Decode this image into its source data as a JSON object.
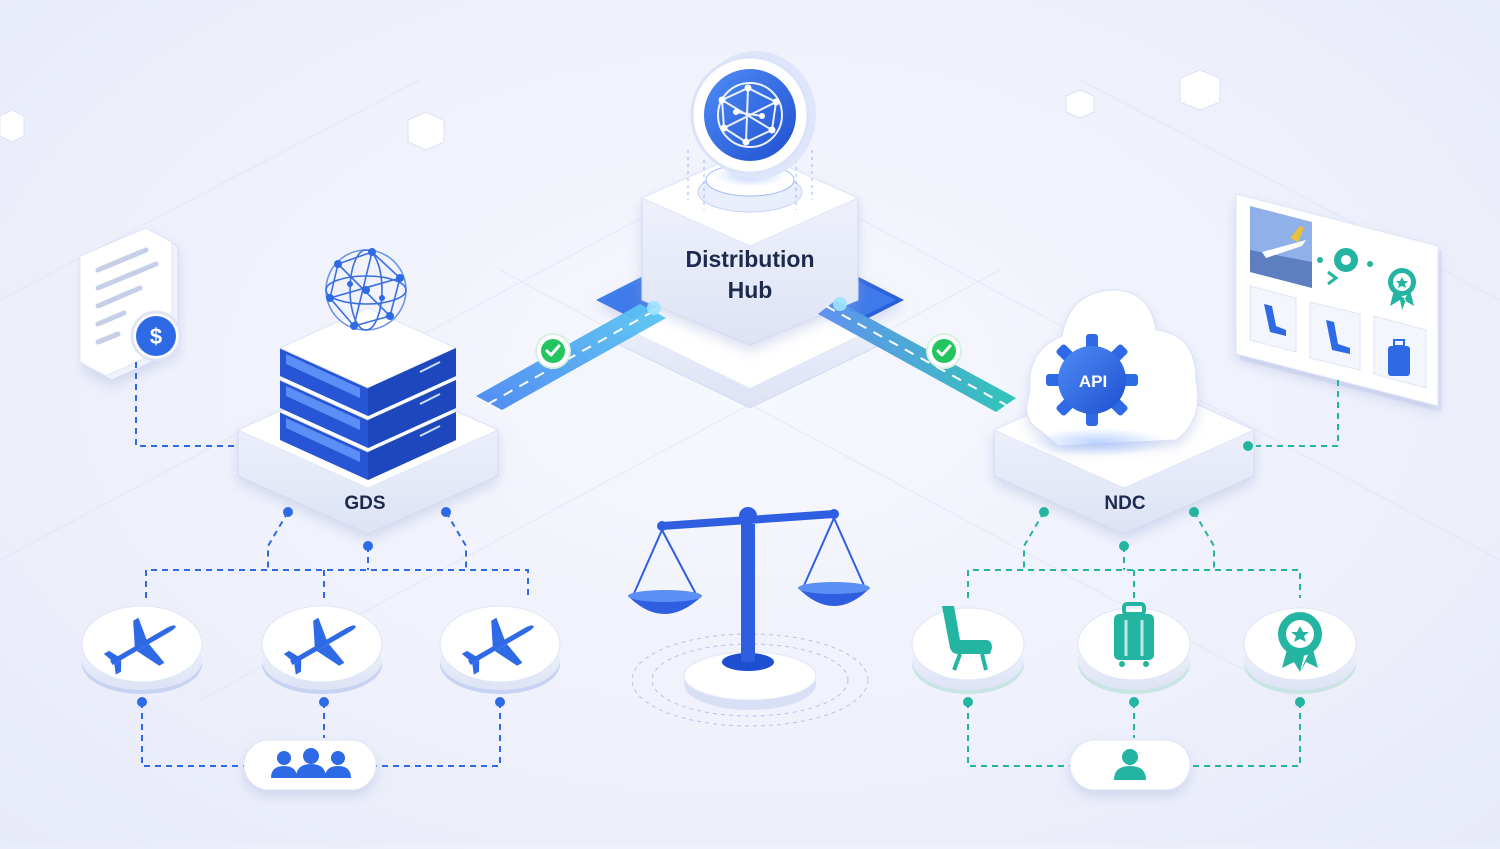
{
  "hub": {
    "line1": "Distribution",
    "line2": "Hub"
  },
  "gds": {
    "label": "GDS"
  },
  "ndc": {
    "label": "NDC",
    "api_label": "API"
  },
  "colors": {
    "gds_blue": "#2f6ae6",
    "ndc_teal": "#23b5a1",
    "check_green": "#22c55e",
    "text_dark": "#1d2a4d",
    "background": "#eef0fb"
  },
  "icons": {
    "hub": "network-globe-icon",
    "gds": [
      "network-globe-icon",
      "server-stack-icon"
    ],
    "gds_document": [
      "invoice-icon",
      "dollar-icon"
    ],
    "gds_nodes": [
      "airplane-icon",
      "airplane-icon",
      "airplane-icon"
    ],
    "gds_footer": "group-users-icon",
    "center": "balance-scale-icon",
    "ndc": [
      "cloud-icon",
      "api-gear-icon"
    ],
    "ndc_panel": [
      "flight-photo",
      "seat-swap-icon",
      "badge-icon",
      "seat-icon",
      "seat-icon",
      "luggage-icon"
    ],
    "ndc_nodes": [
      "seat-icon",
      "luggage-icon",
      "award-badge-icon"
    ],
    "ndc_footer": "user-icon",
    "connections": [
      "checkmark-icon",
      "checkmark-icon"
    ]
  }
}
